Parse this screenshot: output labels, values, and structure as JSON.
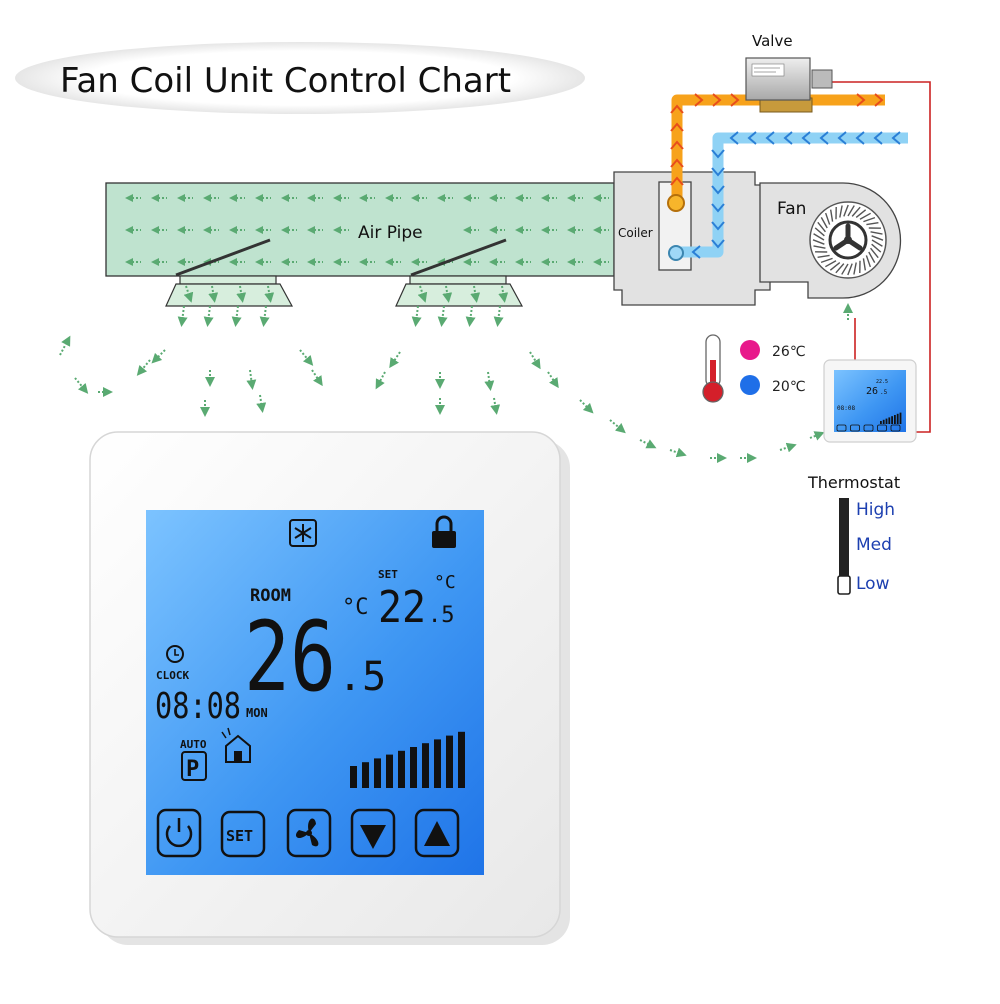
{
  "title": "Fan Coil Unit Control Chart",
  "labels": {
    "valve": "Valve",
    "air_pipe": "Air Pipe",
    "coiler": "Coiler",
    "fan": "Fan",
    "thermostat": "Thermostat"
  },
  "temperatures": {
    "hot": {
      "value": "26℃",
      "color": "#e8198b"
    },
    "cold": {
      "value": "20℃",
      "color": "#1f6fe8"
    }
  },
  "fan_speeds": [
    "High",
    "Med",
    "Low"
  ],
  "display": {
    "room_label": "ROOM",
    "room_temp": "26",
    "room_temp_decimal": ".5",
    "room_unit": "°C",
    "set_label": "SET",
    "set_temp": "22",
    "set_temp_decimal": ".5",
    "set_unit": "°C",
    "clock_label": "CLOCK",
    "clock_time": "08:08",
    "day": "MON",
    "mode_label": "AUTO",
    "mode_icon_text": "P",
    "mini_room_temp": "26",
    "mini_room_decimal": ".5",
    "mini_set_temp": "22.5",
    "mini_clock": "08:08"
  },
  "buttons": {
    "power": "power-icon",
    "set": "SET",
    "fan": "fan-icon",
    "down": "down-arrow-icon",
    "up": "up-arrow-icon"
  },
  "colors": {
    "hot_pipe": "#f7a21b",
    "cold_pipe": "#8fd2f5",
    "air_flow": "#5aaa72",
    "duct_fill": "#bfe3cf",
    "lcd_blue": "#2f8ff0",
    "wire": "#cc2222"
  }
}
